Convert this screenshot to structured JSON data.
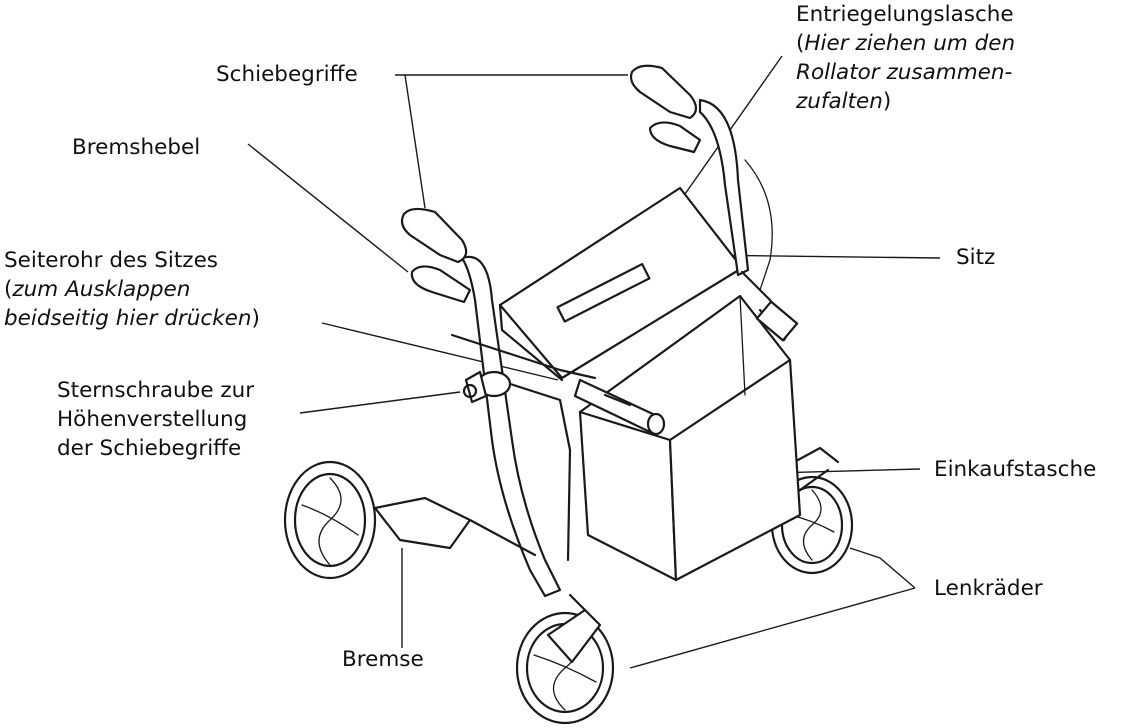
{
  "labels": {
    "schiebegriffe": "Schiebegriffe",
    "bremshebel": "Bremshebel",
    "seiterohr": {
      "line1": "Seiterohr des Sitzes",
      "line2_open": "(",
      "line2_italic": "zum Ausklappen",
      "line3_italic": "beidseitig hier drücken",
      "line3_close": ")"
    },
    "sternschraube": {
      "line1": "Sternschraube zur",
      "line2": "Höhenverstellung",
      "line3": "der Schiebegriffe"
    },
    "bremse": "Bremse",
    "entriegelung": {
      "line1": "Entriegelungslasche",
      "line2_open": "(",
      "line2_italic": "Hier ziehen um den",
      "line3_italic": "Rollator zusammen-",
      "line4_italic": "zufalten",
      "line4_close": ")"
    },
    "sitz": "Sitz",
    "einkaufstasche": "Einkaufstasche",
    "lenkraeder": "Lenkräder"
  },
  "colors": {
    "line": "#1a1a1a",
    "text": "#111111",
    "background": "#ffffff"
  }
}
